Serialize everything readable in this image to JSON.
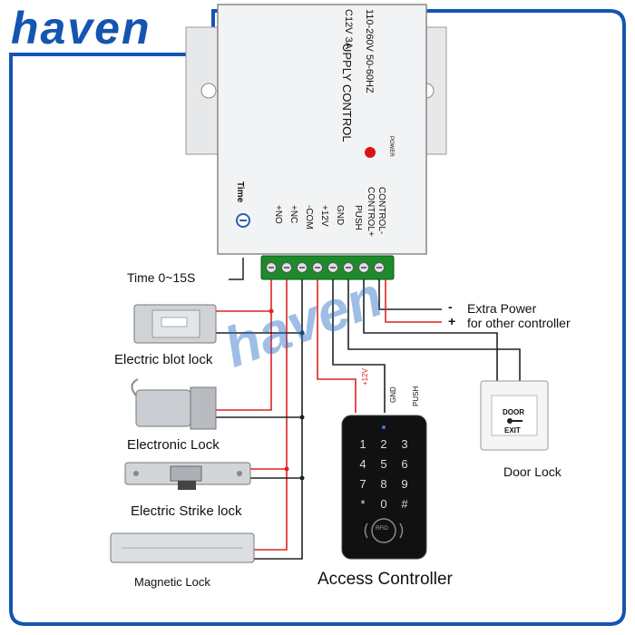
{
  "brand": {
    "logo_text": "haven",
    "color": "#1455b0"
  },
  "power_supply": {
    "title": "UPPLY CONTROL",
    "input": "110-260V 50-60HZ",
    "output": "C12V 3A",
    "power_led_label": "POWER",
    "time_knob_label": "Time",
    "control_labels": [
      "CONTROL-",
      "CONTROL+"
    ],
    "terminal_labels": [
      "+NO",
      "+NC",
      "-COM",
      "+12V",
      "GND",
      "PUSH"
    ]
  },
  "labels": {
    "time_range": "Time  0~15S",
    "extra_power_minus": "Extra Power",
    "extra_power_plus": "for other controller",
    "minus_sign": "-",
    "plus_sign": "+",
    "bolt_lock": "Electric blot lock",
    "electronic_lock": "Electronic Lock",
    "strike_lock": "Electric Strike lock",
    "magnetic_lock": "Magnetic Lock",
    "access_controller": "Access Controller",
    "door_lock": "Door Lock"
  },
  "door_button": {
    "line1": "DOOR",
    "line2": "EXIT"
  },
  "wire_tags": {
    "v12": "+12V",
    "gnd": "GND",
    "push": "PUSH"
  },
  "keypad": {
    "keys": [
      "1",
      "2",
      "3",
      "4",
      "5",
      "6",
      "7",
      "8",
      "9",
      "*",
      "0",
      "#"
    ],
    "rfid_label": "RFID"
  },
  "colors": {
    "wire_red": "#d22",
    "wire_black": "#222",
    "terminal_green": "#1d8a2c",
    "frame_blue": "#1455b0"
  }
}
